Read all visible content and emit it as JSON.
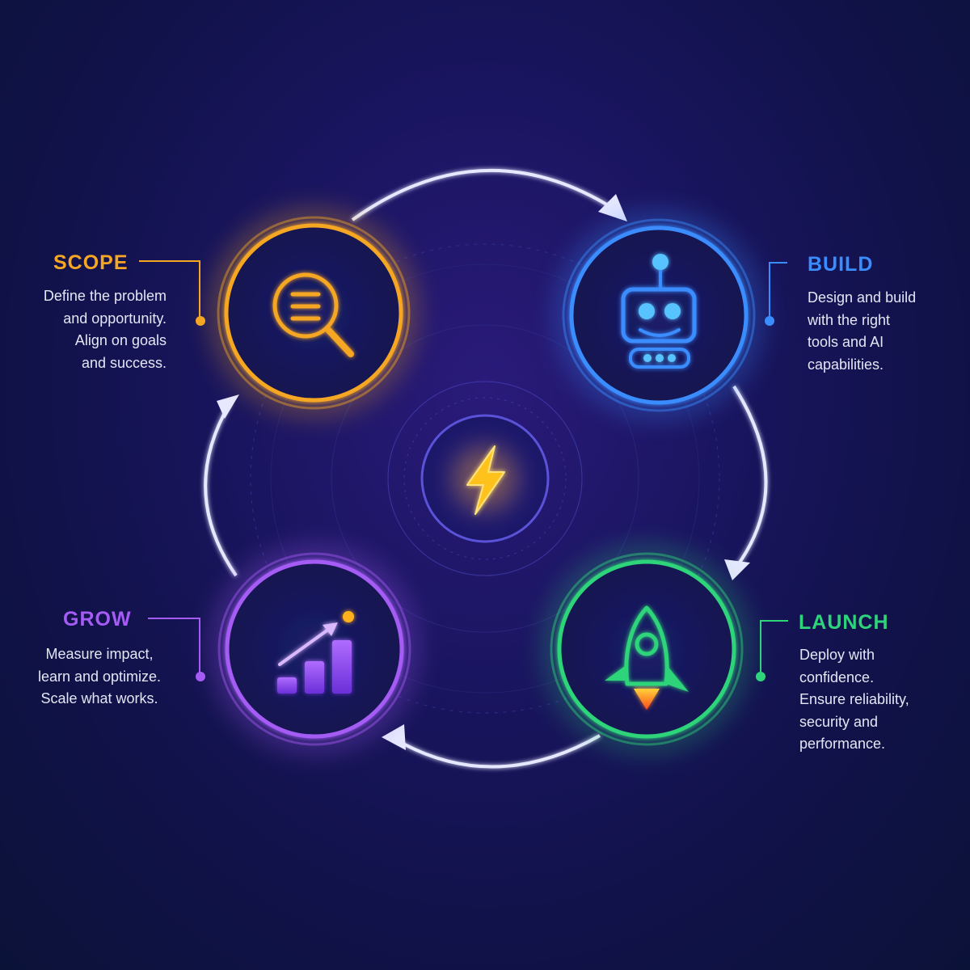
{
  "stages": [
    {
      "id": "scope",
      "title": "SCOPE",
      "lines": [
        "Define the problem",
        "and opportunity.",
        "Align on goals",
        "and success."
      ],
      "color": "#f5a623",
      "icon": "magnifier-document-icon"
    },
    {
      "id": "build",
      "title": "BUILD",
      "lines": [
        "Design and build",
        "with the right",
        "tools and AI",
        "capabilities."
      ],
      "color": "#3a8dff",
      "icon": "robot-icon"
    },
    {
      "id": "launch",
      "title": "LAUNCH",
      "lines": [
        "Deploy with",
        "confidence.",
        "Ensure reliability,",
        "security and",
        "performance."
      ],
      "color": "#2ed47a",
      "icon": "rocket-icon"
    },
    {
      "id": "grow",
      "title": "GROW",
      "lines": [
        "Measure impact,",
        "learn and optimize.",
        "Scale what works."
      ],
      "color": "#a45cf5",
      "icon": "growth-chart-icon"
    }
  ],
  "center": {
    "icon": "lightning-bolt-icon",
    "color": "#ffc21a"
  },
  "cycle": {
    "direction": "clockwise",
    "arrow_color": "#e6e8ff"
  }
}
